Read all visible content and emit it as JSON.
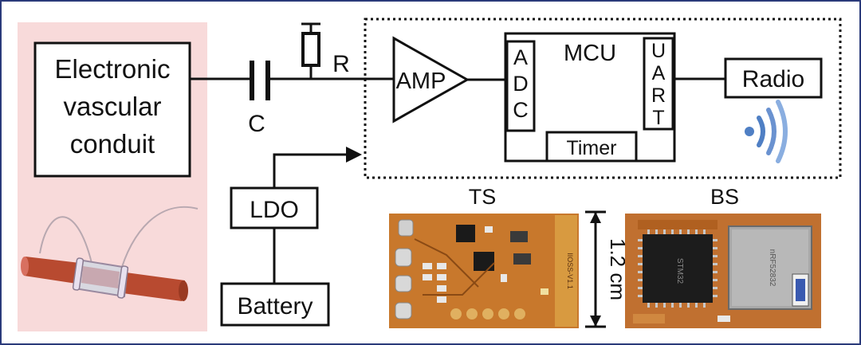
{
  "labels": {
    "conduit": [
      "Electronic",
      "vascular",
      "conduit"
    ],
    "capacitor": "C",
    "resistor": "R",
    "amp": "AMP",
    "adc": [
      "A",
      "D",
      "C"
    ],
    "mcu": "MCU",
    "uart": [
      "U",
      "A",
      "R",
      "T"
    ],
    "timer": "Timer",
    "radio": "Radio",
    "ldo": "LDO",
    "battery": "Battery",
    "ts": "TS",
    "bs": "BS",
    "dimension": "1.2 cm"
  },
  "board_texts": {
    "ts_silk": "IIOSS-V1.1",
    "bs_module": "nRF52832",
    "bs_chip": "STM32"
  },
  "colors": {
    "panel": "#f8dada",
    "panel_border": "#2a3a7a",
    "pcb": "#c8782c",
    "pcb_dark": "#8a4a14",
    "wave": "#4f7fc4"
  },
  "icons": {
    "radio_waves": "wireless-signal-icon",
    "vessel": "vascular-conduit-illustration"
  }
}
